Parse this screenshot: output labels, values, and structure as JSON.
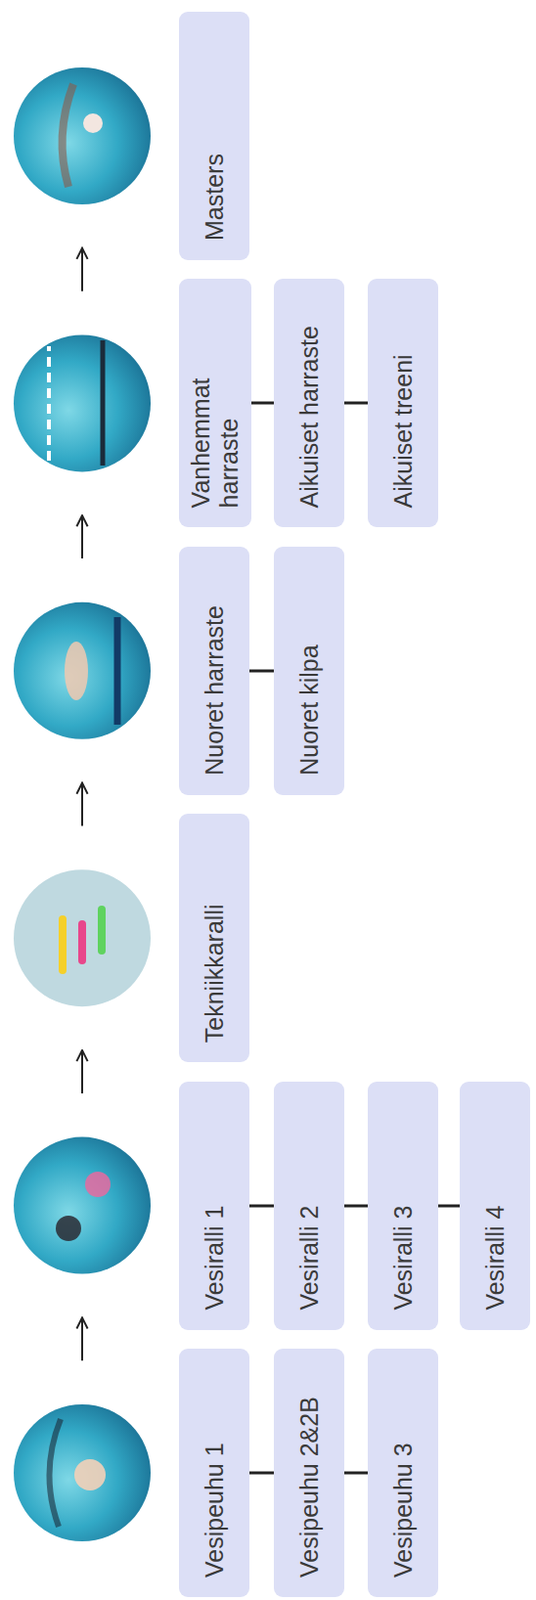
{
  "diagram": {
    "nodes": [
      {
        "text": [
          "Vesipeuhu 1"
        ]
      },
      {
        "text": [
          "Vesipeuhu 2&2B"
        ]
      },
      {
        "text": [
          "Vesipeuhu 3"
        ]
      },
      {
        "text": [
          "Vesiralli 1"
        ]
      },
      {
        "text": [
          "Vesiralli 2"
        ]
      },
      {
        "text": [
          "Vesiralli 3"
        ]
      },
      {
        "text": [
          "Vesiralli 4"
        ]
      },
      {
        "text": [
          "Tekniikkaralli"
        ]
      },
      {
        "text": [
          "Nuoret harraste"
        ]
      },
      {
        "text": [
          "Nuoret kilpa"
        ]
      },
      {
        "text": [
          "Vanhemmat harraste"
        ]
      },
      {
        "text": [
          "Aikuiset harraste"
        ]
      },
      {
        "text": [
          "Aikuiset treeni"
        ]
      },
      {
        "text": [
          "Masters"
        ]
      }
    ],
    "edges": [
      {
        "from": 0,
        "to": 1,
        "arrow": "none"
      },
      {
        "from": 1,
        "to": 2,
        "arrow": "none"
      },
      {
        "from": 3,
        "to": 4,
        "arrow": "none"
      },
      {
        "from": 4,
        "to": 5,
        "arrow": "none"
      },
      {
        "from": 5,
        "to": 6,
        "arrow": "none"
      },
      {
        "from": 8,
        "to": 9,
        "arrow": "none"
      },
      {
        "from": 10,
        "to": 11,
        "arrow": "none"
      },
      {
        "from": 11,
        "to": 12,
        "arrow": "none"
      }
    ]
  }
}
